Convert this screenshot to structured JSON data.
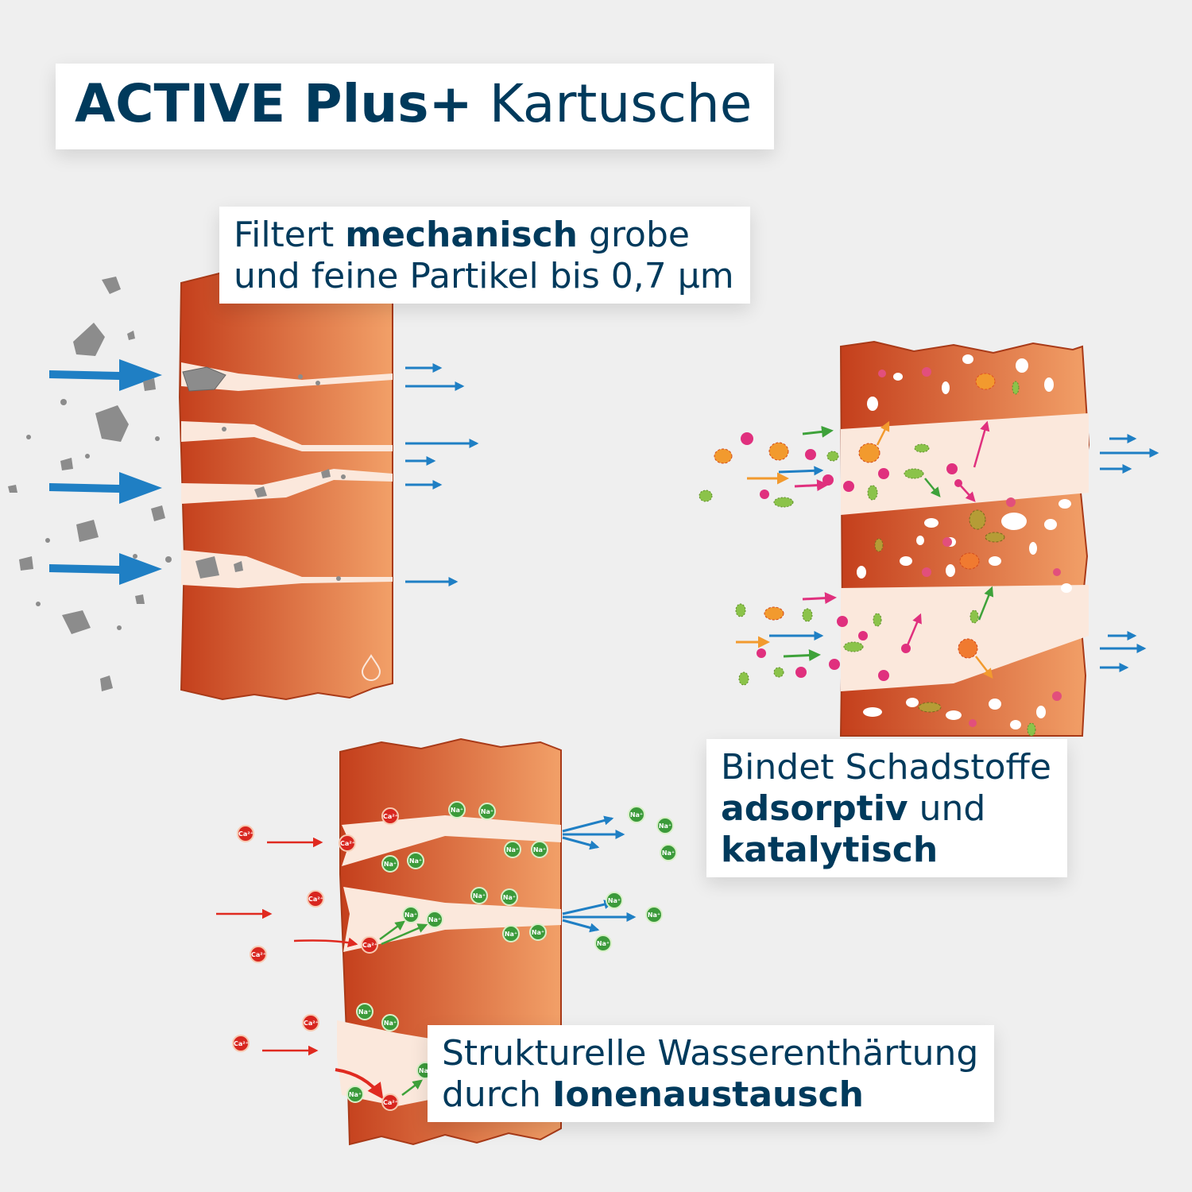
{
  "title": {
    "bold": "ACTIVE Plus+",
    "rest": " Kartusche"
  },
  "mechanical": {
    "line1_pre": "Filtert ",
    "line1_bold": "mechanisch",
    "line1_post": " grobe",
    "line2": "und feine Partikel bis 0,7 µm"
  },
  "adsorptive": {
    "line1": "Bindet Schadstoffe",
    "line2_bold": "adsorptiv",
    "line2_post": " und",
    "line3_bold": "katalytisch"
  },
  "ion_exchange": {
    "line1": "Strukturelle Wasserenthärtung",
    "line2_pre": "durch ",
    "line2_bold": "Ionenaustausch"
  },
  "ions": {
    "sodium": "Na⁺",
    "calcium": "Ca²⁺"
  },
  "icons": [
    "water-drop-icon"
  ],
  "colors": {
    "brand_text": "#003a5c",
    "filter_dark": "#c94a22",
    "filter_light": "#f2a068",
    "channel": "#fbe8dc",
    "flow_arrow": "#1f7fc4",
    "particle": "#8c8c8c",
    "sodium_ion": "#3b9a3a",
    "calcium_ion": "#d8261f",
    "pollutant_pink": "#e0307e",
    "pollutant_orange": "#f29a2e",
    "pollutant_green": "#8bc34a"
  }
}
